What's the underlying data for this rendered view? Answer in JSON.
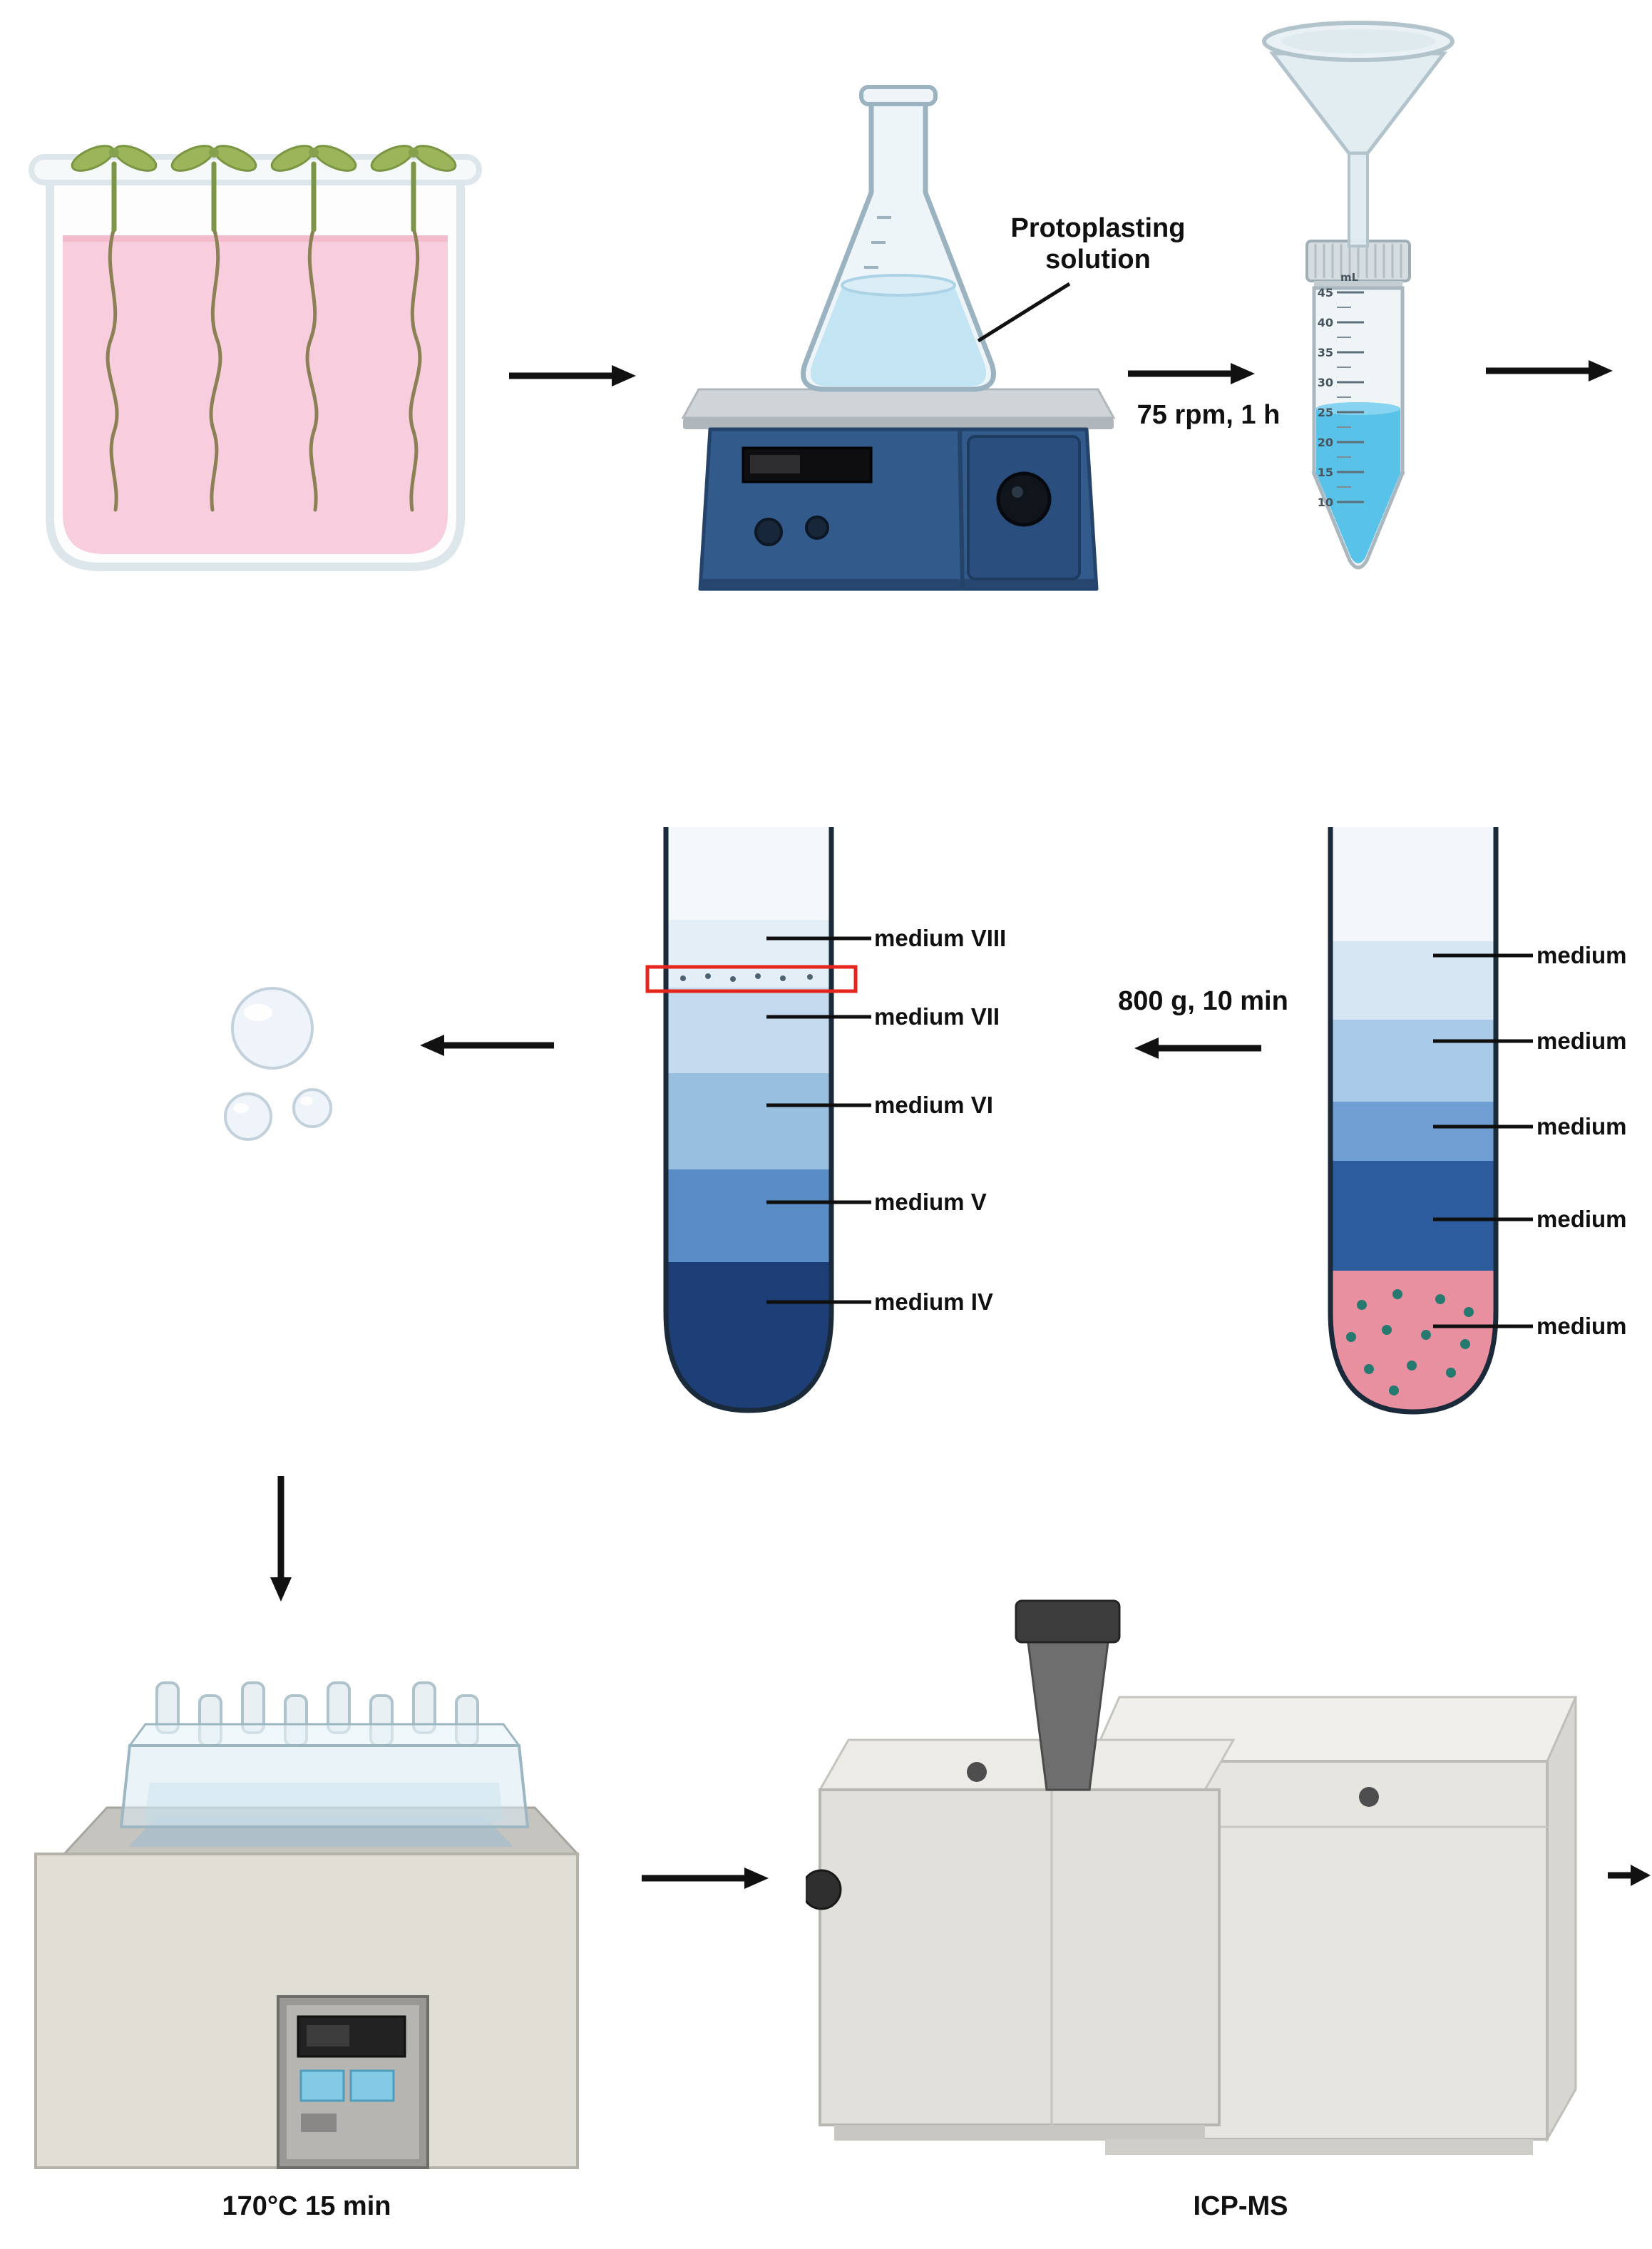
{
  "figure": {
    "protoplasting_label": {
      "line1": "Protoplasting",
      "line2": "solution"
    },
    "shake_label": "75 rpm, 1 h",
    "centrifuge_label": "800 g, 10 min",
    "water_bath_label": "170°C 15 min",
    "instrument_label": "ICP-MS"
  },
  "falcon_tube": {
    "unit_label": "mL",
    "graduations": [
      "45",
      "40",
      "35",
      "30",
      "25",
      "20",
      "15",
      "10"
    ]
  },
  "density_gradient_tube": {
    "labels": [
      "medium VIII",
      "medium VII",
      "medium VI",
      "medium V",
      "medium IV"
    ]
  },
  "harvest_tube": {
    "labels": [
      "medium",
      "medium",
      "medium",
      "medium",
      "medium"
    ]
  },
  "colors": {
    "highlight_box": "#e6251d",
    "culture_liquid": "#f8cede",
    "falcon_liquid": "#58c2e9",
    "pellet_pink": "#e890a0",
    "gradient_layers_center": [
      "#f4f8fb",
      "#e4eef7",
      "#c4daee",
      "#99bfdf",
      "#5a8cc6",
      "#1d3e76"
    ],
    "gradient_layers_right": [
      "#f2f6fa",
      "#d7e6f3",
      "#a8c9e7",
      "#6f9ed3",
      "#2d5c9e"
    ]
  }
}
